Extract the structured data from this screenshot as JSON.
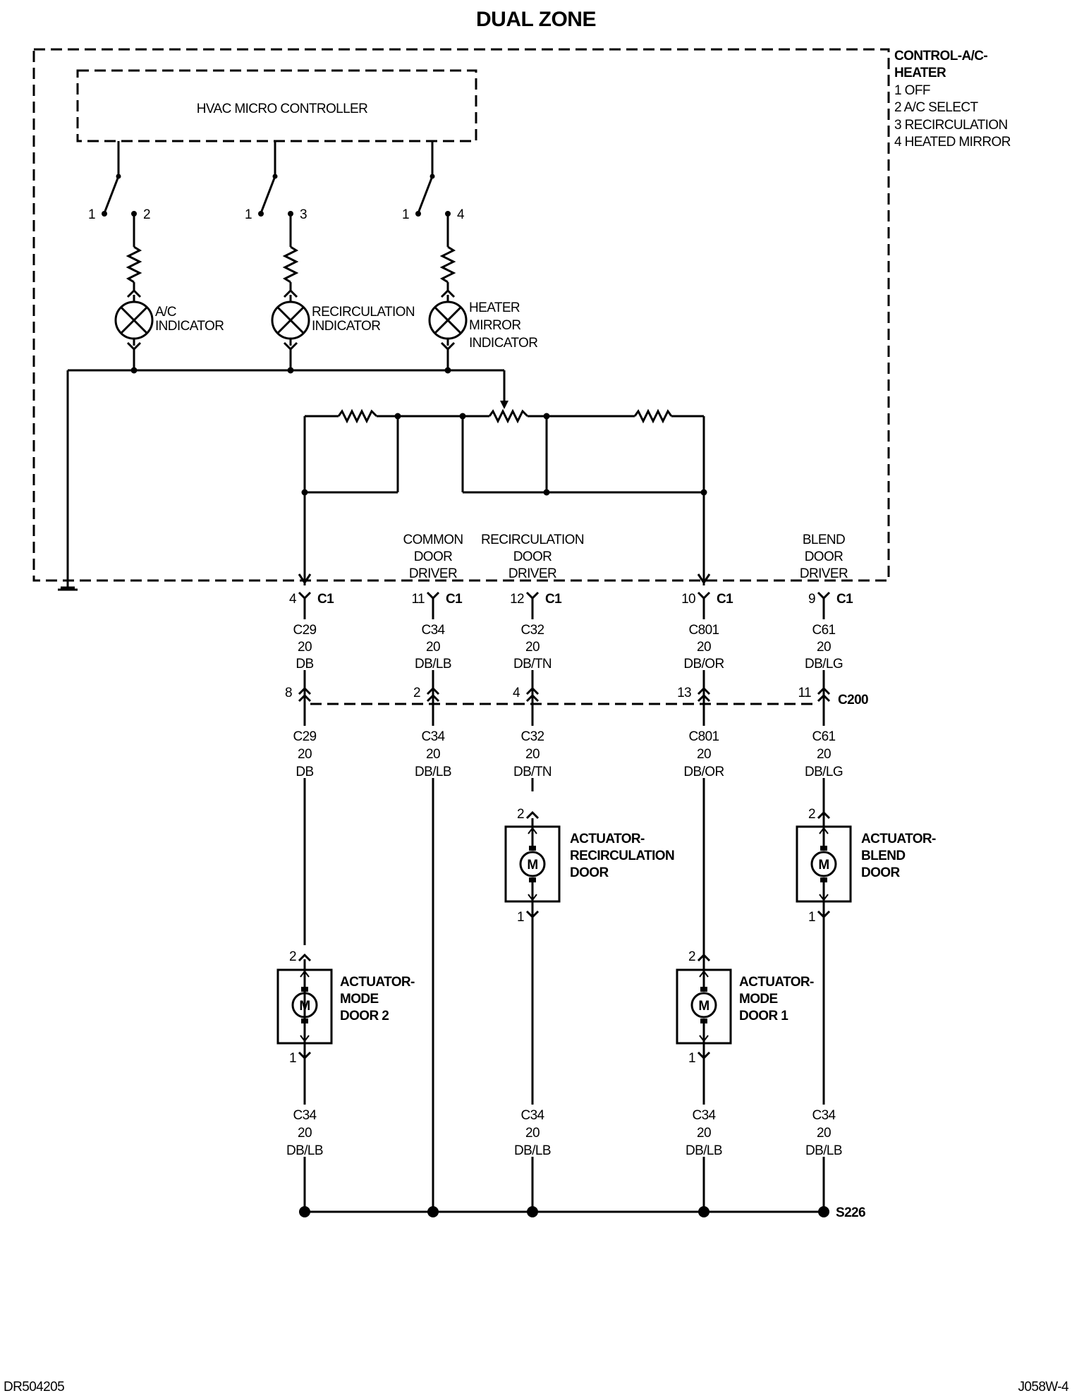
{
  "title": "DUAL ZONE",
  "control_module": {
    "name_line1": "CONTROL-A/C-",
    "name_line2": "HEATER",
    "legend": [
      "1 OFF",
      "2 A/C SELECT",
      "3 RECIRCULATION",
      "4 HEATED MIRROR"
    ]
  },
  "micro_controller": "HVAC MICRO CONTROLLER",
  "switch_pins": [
    "1",
    "2",
    "1",
    "3",
    "1",
    "4"
  ],
  "indicators": [
    {
      "lines": [
        "A/C",
        "INDICATOR"
      ]
    },
    {
      "lines": [
        "RECIRCULATION",
        "INDICATOR"
      ]
    },
    {
      "lines": [
        "HEATER",
        "MIRROR",
        "INDICATOR"
      ]
    }
  ],
  "driver_labels": [
    {
      "lines": [
        "COMMON",
        "DOOR",
        "DRIVER"
      ]
    },
    {
      "lines": [
        "RECIRCULATION",
        "DOOR",
        "DRIVER"
      ]
    },
    {
      "lines": [
        "BLEND",
        "DOOR",
        "DRIVER"
      ]
    }
  ],
  "c1_connector": {
    "name": "C1",
    "pins": [
      "4",
      "11",
      "12",
      "10",
      "9"
    ]
  },
  "circuits_upper": [
    {
      "circuit": "C29",
      "gauge": "20",
      "color": "DB"
    },
    {
      "circuit": "C34",
      "gauge": "20",
      "color": "DB/LB"
    },
    {
      "circuit": "C32",
      "gauge": "20",
      "color": "DB/TN"
    },
    {
      "circuit": "C801",
      "gauge": "20",
      "color": "DB/OR"
    },
    {
      "circuit": "C61",
      "gauge": "20",
      "color": "DB/LG"
    }
  ],
  "c200_connector": {
    "name": "C200",
    "pins": [
      "8",
      "2",
      "4",
      "13",
      "11"
    ]
  },
  "circuits_lower": [
    {
      "circuit": "C29",
      "gauge": "20",
      "color": "DB"
    },
    {
      "circuit": "C34",
      "gauge": "20",
      "color": "DB/LB"
    },
    {
      "circuit": "C32",
      "gauge": "20",
      "color": "DB/TN"
    },
    {
      "circuit": "C801",
      "gauge": "20",
      "color": "DB/OR"
    },
    {
      "circuit": "C61",
      "gauge": "20",
      "color": "DB/LG"
    }
  ],
  "actuators": [
    {
      "lines": [
        "ACTUATOR-",
        "RECIRCULATION",
        "DOOR"
      ],
      "pin_top": "2",
      "pin_bottom": "1",
      "motor": "M"
    },
    {
      "lines": [
        "ACTUATOR-",
        "BLEND",
        "DOOR"
      ],
      "pin_top": "2",
      "pin_bottom": "1",
      "motor": "M"
    },
    {
      "lines": [
        "ACTUATOR-",
        "MODE",
        "DOOR 2"
      ],
      "pin_top": "2",
      "pin_bottom": "1",
      "motor": "M"
    },
    {
      "lines": [
        "ACTUATOR-",
        "MODE",
        "DOOR 1"
      ],
      "pin_top": "2",
      "pin_bottom": "1",
      "motor": "M"
    }
  ],
  "circuits_ground": [
    {
      "circuit": "C34",
      "gauge": "20",
      "color": "DB/LB"
    },
    {
      "circuit": "C34",
      "gauge": "20",
      "color": "DB/LB"
    },
    {
      "circuit": "C34",
      "gauge": "20",
      "color": "DB/LB"
    },
    {
      "circuit": "C34",
      "gauge": "20",
      "color": "DB/LB"
    }
  ],
  "splice": "S226",
  "footer": {
    "left": "DR504205",
    "right": "J058W-4"
  }
}
